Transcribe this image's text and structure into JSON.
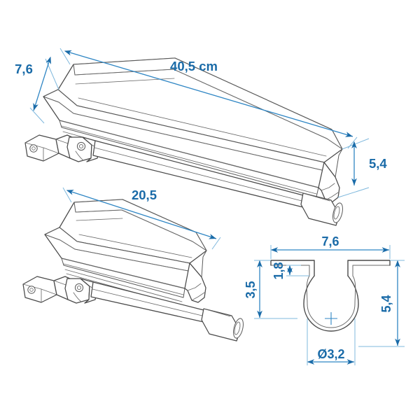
{
  "drawing": {
    "title": "Telescopic tube clamp rail assembly – technical dimension drawing",
    "background_color": "#ffffff",
    "line_color": "#4a4a4a",
    "dimension_color": "#1a6ba8",
    "units_note": "cm"
  },
  "assembly_long": {
    "name": "long-rail-assembly",
    "length_label": "40,5 cm",
    "width_label": "7,6",
    "height_label": "5,4",
    "parts": {
      "rail": "clamp-rail-profile",
      "joint": "universal-joint",
      "rod": "connecting-rod",
      "ferrule": "end-ferrule"
    }
  },
  "assembly_short": {
    "name": "short-rail-assembly",
    "length_label": "20,5",
    "parts": {
      "rail": "clamp-rail-profile",
      "joint": "universal-joint",
      "rod": "connecting-rod",
      "ferrule": "end-ferrule"
    }
  },
  "cross_section": {
    "name": "profile-cross-section",
    "dims": {
      "top_width": "7,6",
      "left_height": "3,5",
      "inner_slot_depth": "1,8",
      "right_height": "5,4",
      "bore_diameter": "Ø3,2"
    }
  },
  "labels": {
    "len_long": "40,5 cm",
    "wid_long": "7,6",
    "hgt_long": "5,4",
    "len_short": "20,5",
    "cs_width": "7,6",
    "cs_left": "3,5",
    "cs_slot": "1,8",
    "cs_right": "5,4",
    "cs_bore": "Ø3,2"
  }
}
